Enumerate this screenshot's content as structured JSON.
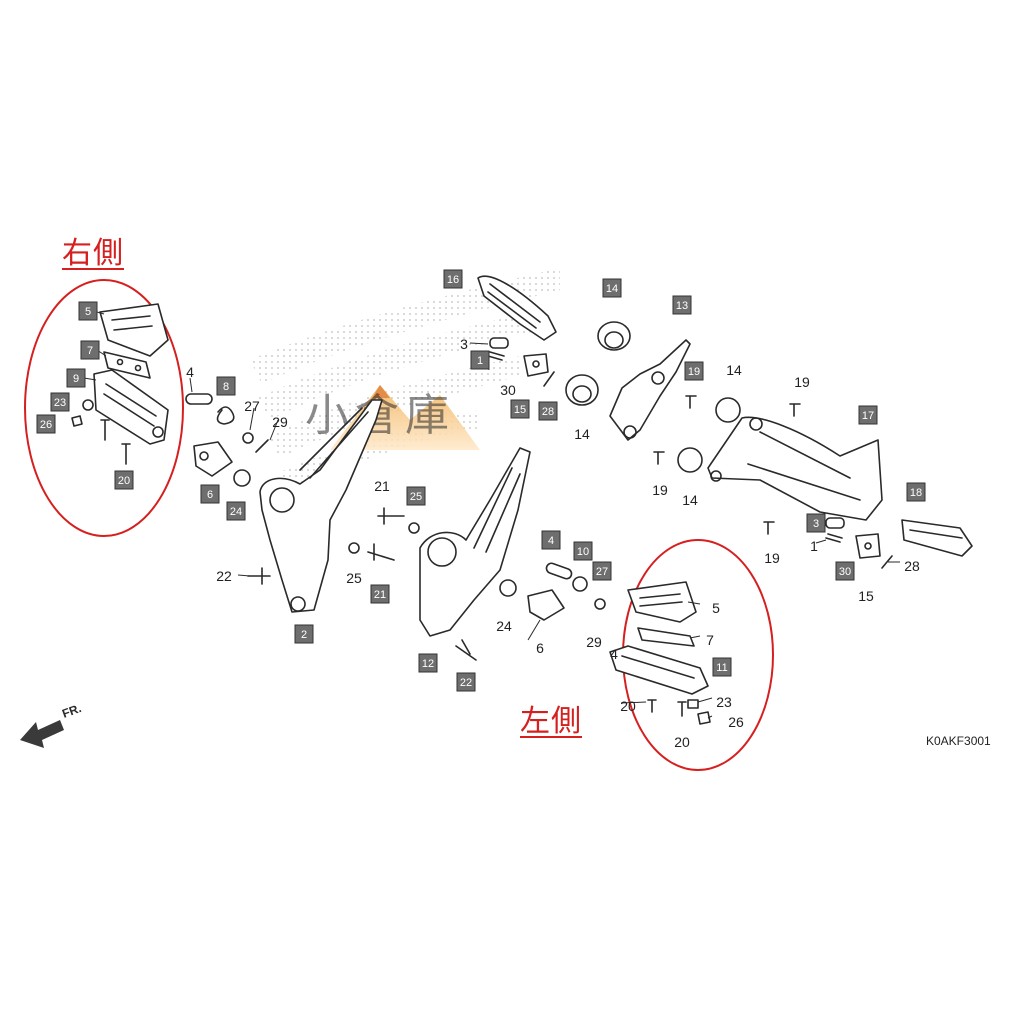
{
  "labels": {
    "right_side": "右側",
    "left_side": "左側",
    "front": "FR.",
    "diagram_code": "K0AKF3001",
    "watermark": "小倉庫"
  },
  "colors": {
    "highlight": "#d62020",
    "box_fill": "#6e6e6e",
    "line": "#2a2a2a"
  },
  "callouts_boxed": {
    "c5r": "5",
    "c7r": "7",
    "c9r": "9",
    "c26r": "26",
    "c23r": "23",
    "c20r": "20",
    "c8": "8",
    "c6r": "6",
    "c24r": "24",
    "c2": "2",
    "c16": "16",
    "c1a": "1",
    "c15a": "15",
    "c28a": "28",
    "c14top": "14",
    "c13": "13",
    "c19a": "19",
    "c17": "17",
    "c18": "18",
    "c3b": "3",
    "c30b": "30",
    "c25": "25",
    "c21b": "21",
    "c4l": "4",
    "c10": "10",
    "c27l": "27",
    "c12": "12",
    "c22b": "22",
    "c11": "11"
  },
  "callouts_plain": {
    "p4r": "4",
    "p27r": "27",
    "p29r": "29",
    "p22a": "22",
    "p21a": "21",
    "p25a": "25",
    "p3a": "3",
    "p30a": "30",
    "p14a": "14",
    "p14b": "14",
    "p14c": "14",
    "p19b": "19",
    "p19c": "19",
    "p19d": "19",
    "p1b": "1",
    "p15b": "15",
    "p28b": "28",
    "p24l": "24",
    "p6l": "6",
    "p29l": "29",
    "p5l": "5",
    "p7l": "7",
    "p4l": "4",
    "p20l": "20",
    "p23l": "23",
    "p26l": "26",
    "p20l2": "20"
  }
}
